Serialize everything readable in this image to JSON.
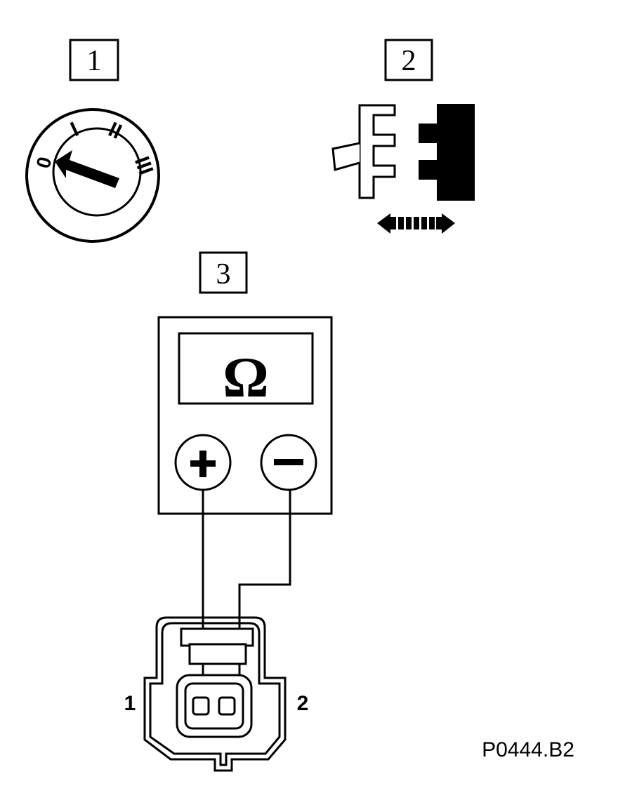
{
  "steps": {
    "step1": "1",
    "step2": "2",
    "step3": "3"
  },
  "ignition": {
    "positions": [
      "0",
      "I",
      "II",
      "III"
    ]
  },
  "meter": {
    "unit_symbol": "Ω",
    "positive_terminal": "+",
    "negative_terminal": "−"
  },
  "connector": {
    "pin_left": "1",
    "pin_right": "2"
  },
  "figure_code": "P0444.B2",
  "colors": {
    "ink": "#000000",
    "paper": "#ffffff"
  }
}
